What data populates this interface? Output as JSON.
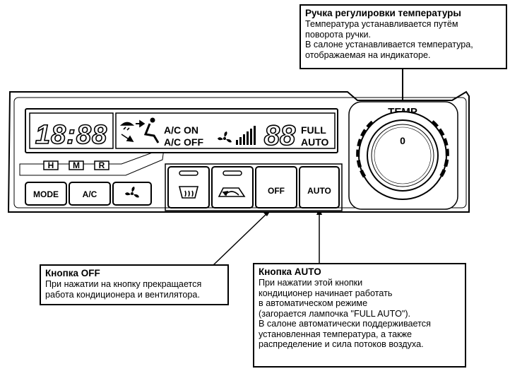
{
  "callouts": {
    "temp_knob": {
      "title": "Ручка регулировки температуры",
      "lines": [
        "Температура устанавливается путём",
        "поворота ручки.",
        "В салоне устанавливается температура,",
        "отображаемая на индикаторе."
      ]
    },
    "off_button": {
      "title": "Кнопка OFF",
      "lines": [
        "При нажатии на кнопку прекращается",
        "работа кондиционера и вентилятора."
      ]
    },
    "auto_button": {
      "title": "Кнопка AUTO",
      "lines": [
        "При нажатии этой кнопки",
        "кондиционер начинает работать",
        "в автоматическом режиме",
        "(загорается лампочка \"FULL AUTO\").",
        "В салоне автоматически поддерживается",
        "установленная температура, а также",
        "распределение и сила потоков воздуха."
      ]
    }
  },
  "display": {
    "clock": "18:88",
    "ac_on": "A/C ON",
    "ac_off": "A/C OFF",
    "temp_digits": "88",
    "full": "FULL",
    "auto": "AUTO"
  },
  "clock_buttons": [
    "H",
    "M",
    "R"
  ],
  "buttons": {
    "mode": "MODE",
    "ac": "A/C",
    "off": "OFF",
    "auto": "AUTO"
  },
  "knob": {
    "label": "TEMP",
    "mark": "0"
  }
}
